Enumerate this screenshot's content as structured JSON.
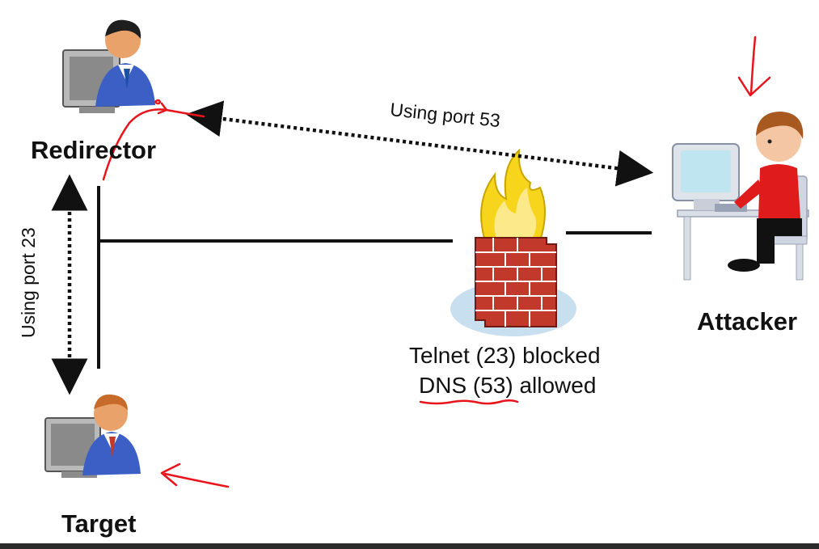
{
  "nodes": {
    "redirector": {
      "label": "Redirector",
      "icon": "user-computer-icon"
    },
    "target": {
      "label": "Target",
      "icon": "user-computer-icon"
    },
    "attacker": {
      "label": "Attacker",
      "icon": "attacker-computer-icon"
    }
  },
  "links": {
    "redirector_attacker": {
      "label": "Using port 53"
    },
    "redirector_target": {
      "label": "Using port 23"
    }
  },
  "firewall": {
    "icon": "firewall-icon",
    "line1": "Telnet (23) blocked",
    "line2": "DNS (53) allowed"
  },
  "annotations": {
    "color": "#e8141b"
  },
  "colors": {
    "brick": "#c0392b",
    "flame": "#f7d51d",
    "shadow_ellipse": "#c8dff0",
    "user_shirt": "#3b5fc4",
    "attacker_shirt": "#e01b1b"
  }
}
